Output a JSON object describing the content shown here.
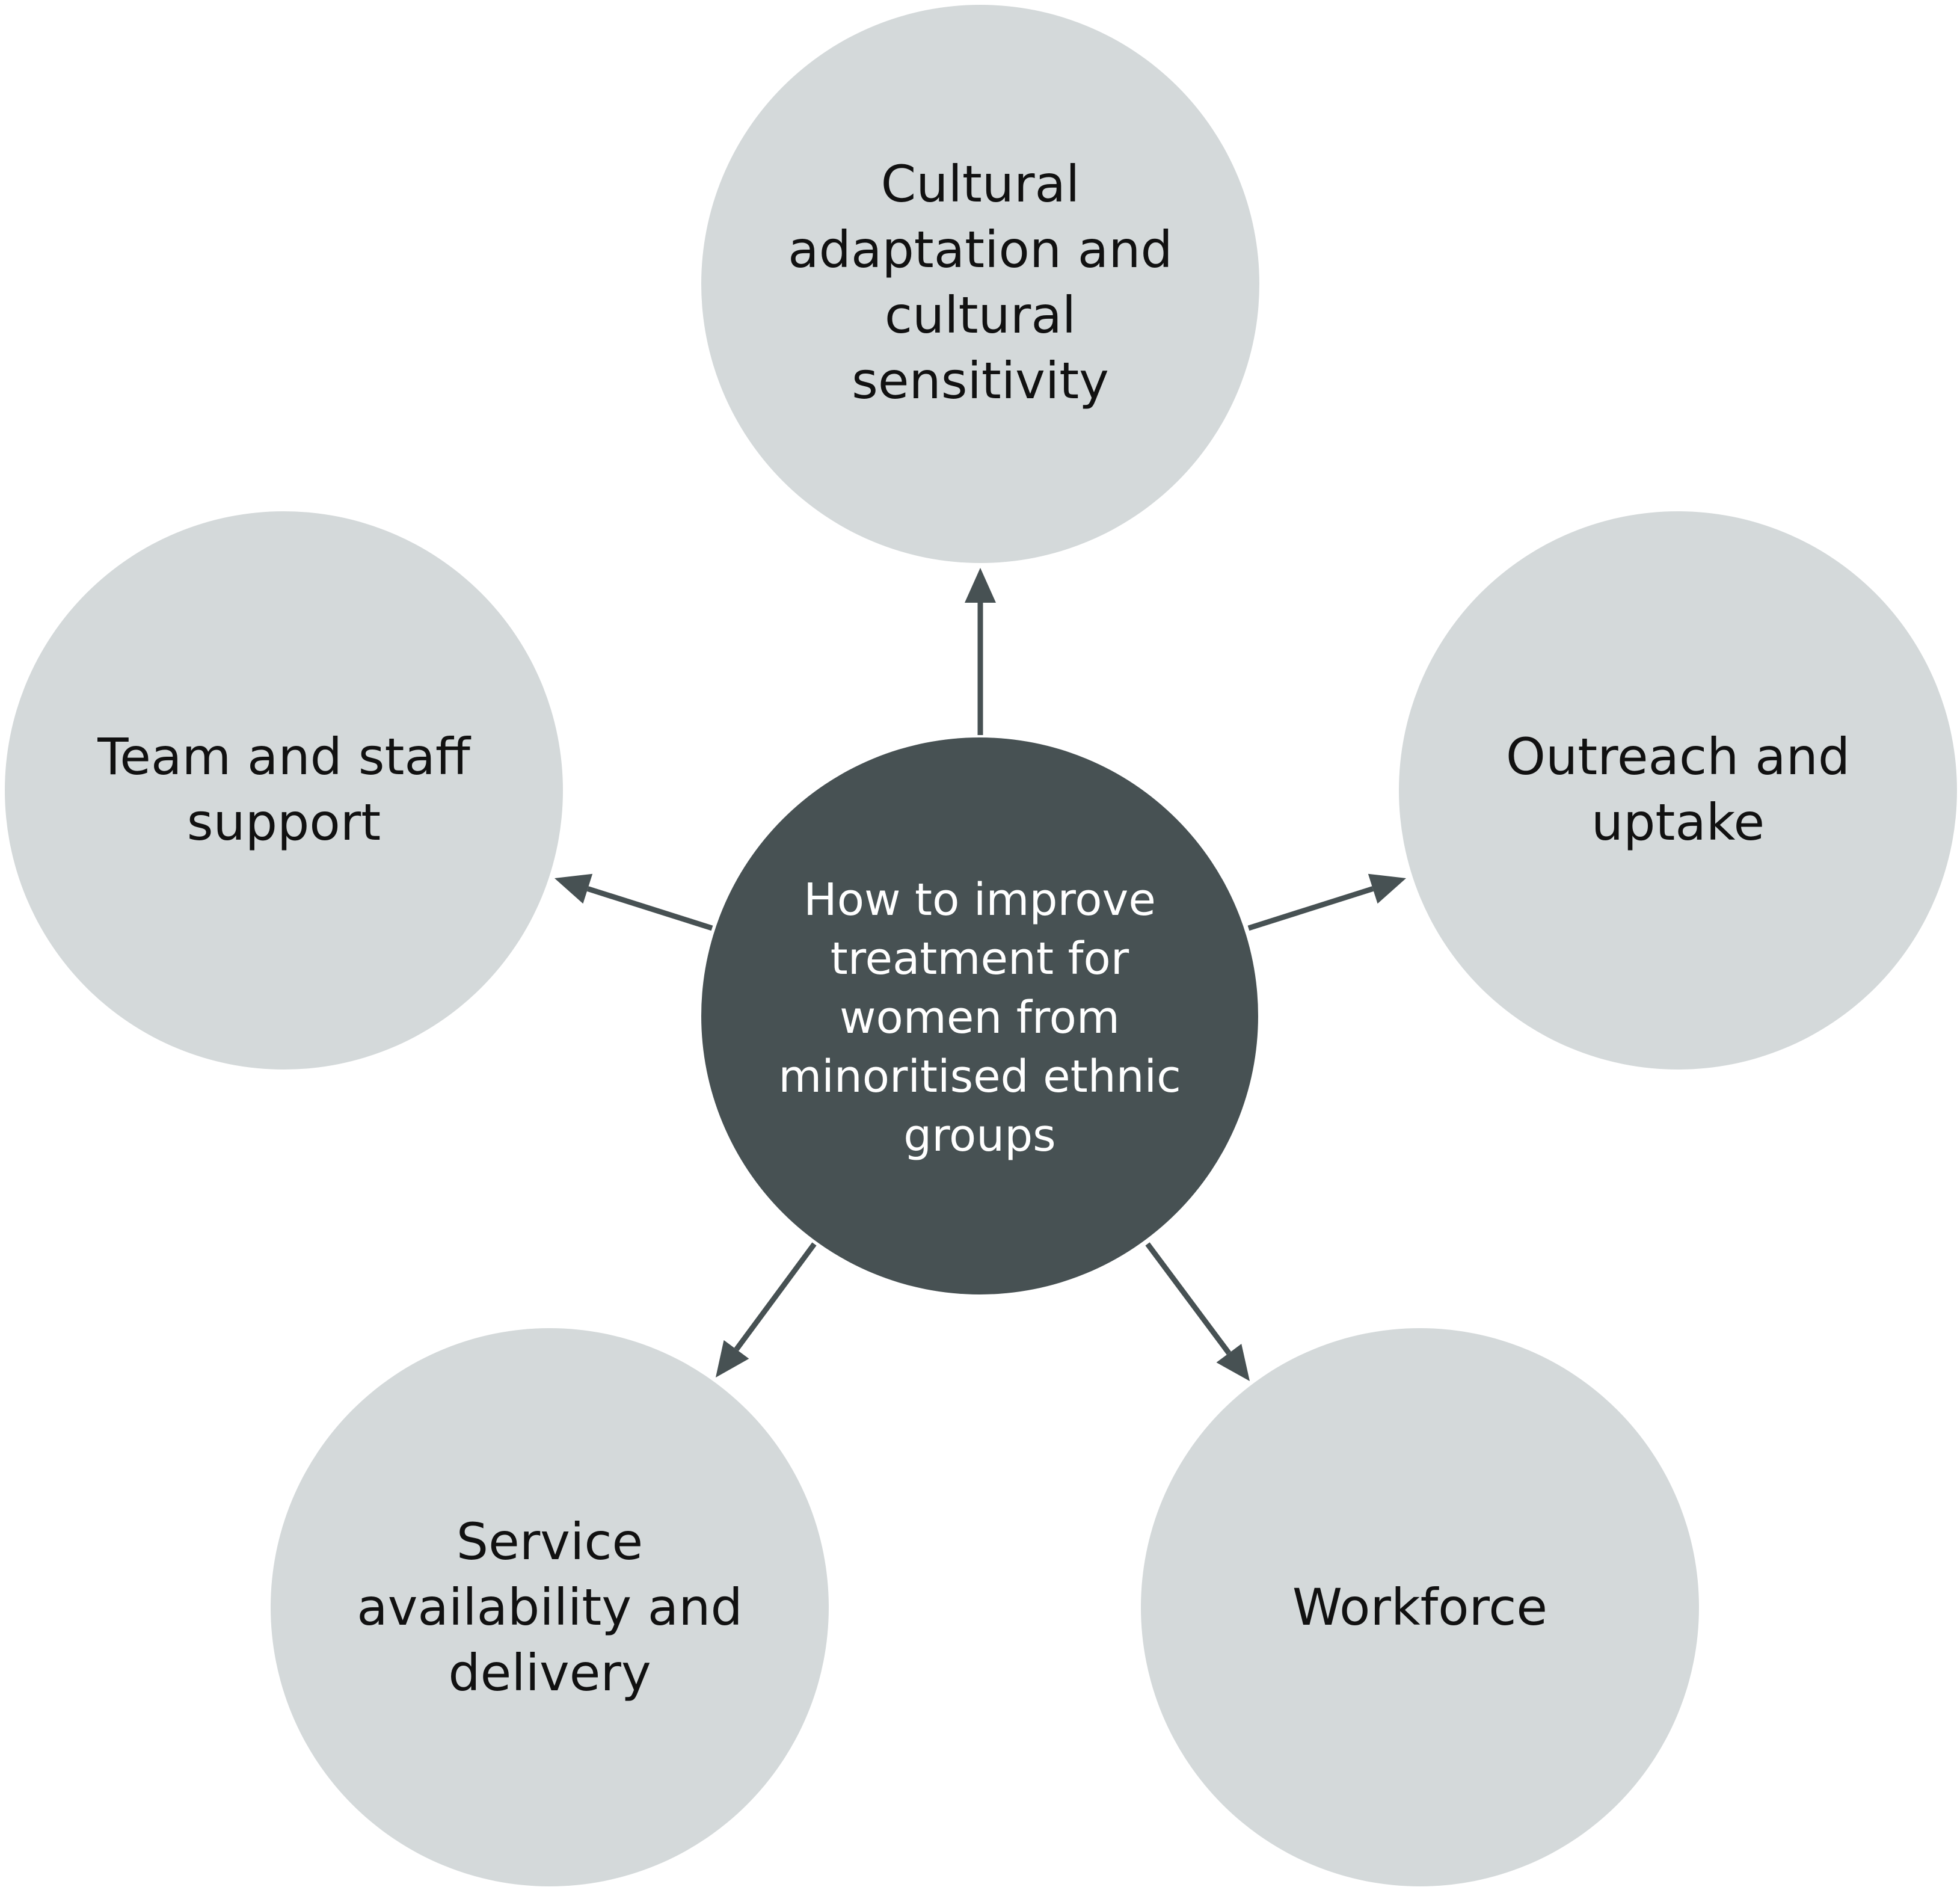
{
  "colors": {
    "outer_fill": "#d4d9da",
    "center_fill": "#475153",
    "arrow": "#475153",
    "outer_text": "#111111",
    "center_text": "#ffffff"
  },
  "center": {
    "label": "How to improve\ntreatment for\nwomen from\nminoritised ethnic\ngroups"
  },
  "nodes": {
    "top": "Cultural\nadaptation and\ncultural\nsensitivity",
    "right": "Outreach and\nuptake",
    "bottom_right": "Workforce",
    "bottom_left": "Service\navailability and\ndelivery",
    "left": "Team and staff\nsupport"
  }
}
